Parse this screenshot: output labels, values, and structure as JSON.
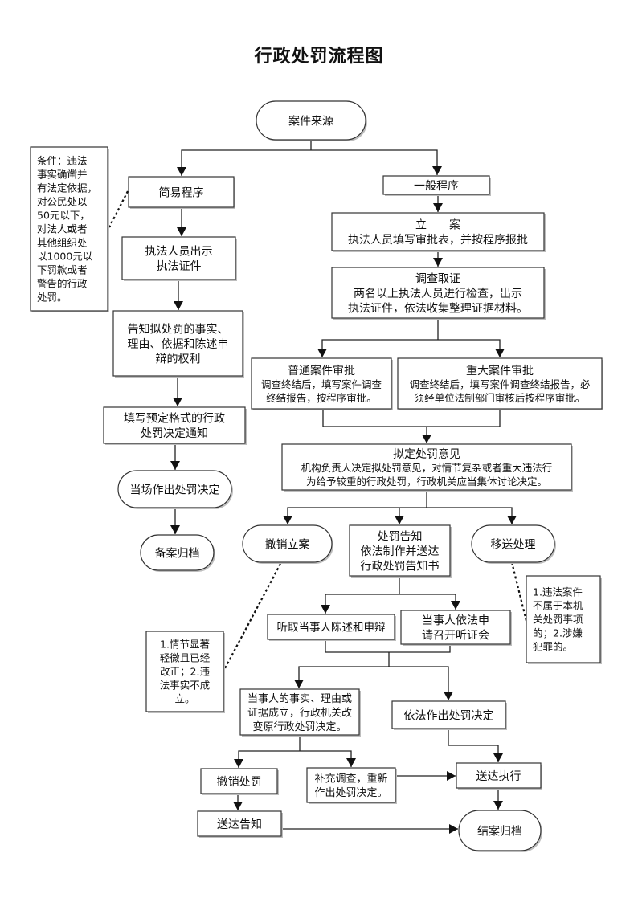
{
  "title": "行政处罚流程图",
  "nodes": {
    "case_source": {
      "lines": [
        "案件来源"
      ],
      "shape": "terminal"
    },
    "simple_procedure": {
      "lines": [
        "简易程序"
      ],
      "shape": "process"
    },
    "general_procedure": {
      "lines": [
        "一般程序"
      ],
      "shape": "process"
    },
    "show_certificate": {
      "lines": [
        "执法人员出示",
        "执法证件"
      ],
      "shape": "process"
    },
    "inform_rights": {
      "lines": [
        "告知拟处罚的事实、",
        "理由、依据和陈述申",
        "辩的权利"
      ],
      "shape": "process"
    },
    "fill_notice": {
      "lines": [
        "填写预定格式的行政",
        "处罚决定通知"
      ],
      "shape": "process"
    },
    "onsite_decision": {
      "lines": [
        "当场作出处罚决定"
      ],
      "shape": "terminal"
    },
    "file_archive_simple": {
      "lines": [
        "备案归档"
      ],
      "shape": "terminal"
    },
    "register_case": {
      "lines": [
        "立　　案",
        "执法人员填写审批表，并按程序报批"
      ],
      "shape": "process"
    },
    "investigate": {
      "lines": [
        "调查取证",
        "两名以上执法人员进行检查，出示",
        "执法证件，依法收集整理证据材料。"
      ],
      "shape": "process"
    },
    "ordinary_approval": {
      "lines": [
        "普通案件审批",
        "调查终结后，填写案件调查",
        "终结报告，按程序审批。"
      ],
      "shape": "process"
    },
    "major_approval": {
      "lines": [
        "重大案件审批",
        "调查终结后，填写案件调查终结报告，必",
        "须经单位法制部门审核后按程序审批。"
      ],
      "shape": "process"
    },
    "draft_opinion": {
      "lines": [
        "拟定处罚意见",
        "机构负责人决定拟处罚意见，对情节复杂或者重大违法行",
        "为给予较重的行政处罚，行政机关应当集体讨论决定。"
      ],
      "shape": "process"
    },
    "revoke_case": {
      "lines": [
        "撤销立案"
      ],
      "shape": "terminal"
    },
    "penalty_notice": {
      "lines": [
        "处罚告知",
        "依法制作并送达",
        "行政处罚告知书"
      ],
      "shape": "process"
    },
    "transfer": {
      "lines": [
        "移送处理"
      ],
      "shape": "terminal"
    },
    "hear_statement": {
      "lines": [
        "听取当事人陈述和申辩"
      ],
      "shape": "process"
    },
    "request_hearing": {
      "lines": [
        "当事人依法申",
        "请召开听证会"
      ],
      "shape": "process"
    },
    "change_decision": {
      "lines": [
        "当事人的事实、理由或",
        "证据成立，行政机关改",
        "变原行政处罚决定。"
      ],
      "shape": "process"
    },
    "lawful_decision": {
      "lines": [
        "依法作出处罚决定"
      ],
      "shape": "process"
    },
    "revoke_penalty": {
      "lines": [
        "撤销处罚"
      ],
      "shape": "process"
    },
    "supplement_investigation": {
      "lines": [
        "补充调查，重新",
        "作出处罚决定。"
      ],
      "shape": "process"
    },
    "deliver_execute": {
      "lines": [
        "送达执行"
      ],
      "shape": "process"
    },
    "deliver_notice": {
      "lines": [
        "送达告知"
      ],
      "shape": "process"
    },
    "close_archive": {
      "lines": [
        "结案归档"
      ],
      "shape": "terminal"
    }
  },
  "notes": {
    "simple_condition": {
      "lines": [
        "条件：违法",
        "事实确凿并",
        "有法定依据，",
        "对公民处以",
        "50元以下，",
        "对法人或者",
        "其他组织处",
        "以1000元以",
        "下罚款或者",
        "警告的行政",
        "处罚。"
      ]
    },
    "revoke_condition": {
      "lines": [
        "1.情节显著",
        "轻微且已经",
        "改正；2.违",
        "法事实不成",
        "立。"
      ]
    },
    "transfer_condition": {
      "lines": [
        "1.违法案件",
        "不属于本机",
        "关处罚事项",
        "的；2.涉嫌",
        "犯罪的。"
      ]
    }
  }
}
